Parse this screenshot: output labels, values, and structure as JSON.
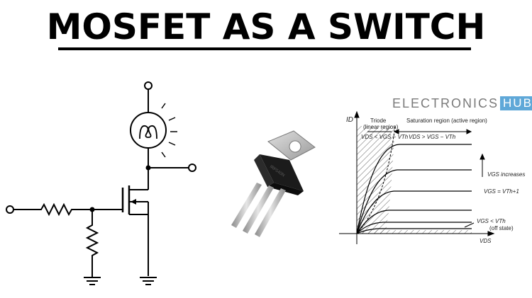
{
  "title": "MOSFET AS A SWITCH",
  "brand": {
    "main": "ELECTRONICS",
    "badge": "HUB"
  },
  "graph": {
    "y_axis": "ID",
    "x_axis": "VDS",
    "triode": "Triode",
    "triode_sub": "(linear region)",
    "triode_cond": "VDS < VGS − VTh",
    "saturation": "Saturation region (active region)",
    "sat_cond": "VDS > VGS − VTh",
    "vgs_increases": "VGS increases",
    "vgs_th1": "VGS = VTh+1",
    "vgs_lt_th": "VGS < VTh",
    "off_state": "(off state)"
  },
  "colors": {
    "line": "#000000",
    "hub_blue": "#5fa8d8",
    "metal": "#b8b8b8"
  }
}
